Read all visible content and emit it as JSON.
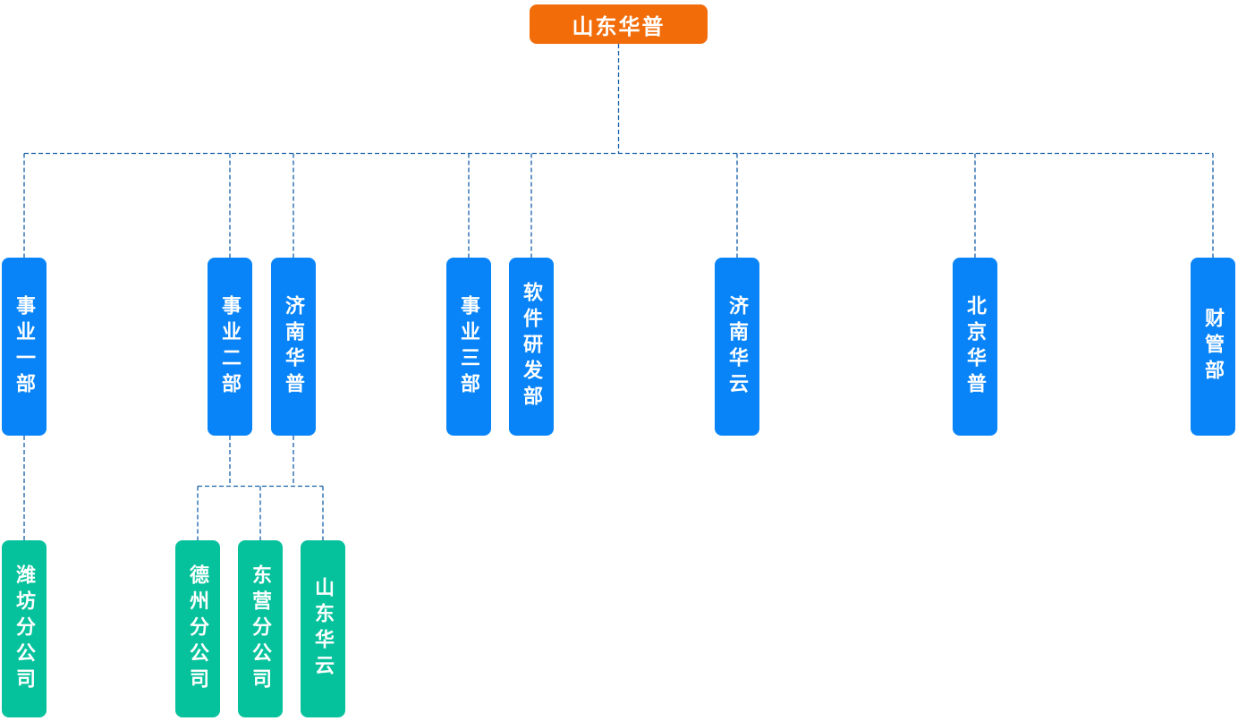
{
  "colors": {
    "root_bg": "#f26c09",
    "dept_bg": "#0884f8",
    "branch_bg": "#06c29c",
    "connector": "#175fa9",
    "node_text": "#ffffff"
  },
  "org_chart": {
    "type": "organization-tree",
    "root": {
      "label": "山东华普"
    },
    "departments": [
      {
        "label": "事业一部",
        "children": [
          {
            "label": "潍坊分公司"
          }
        ]
      },
      {
        "label": "事业二部",
        "children": [
          {
            "label": "德州分公司"
          },
          {
            "label": "东营分公司"
          }
        ]
      },
      {
        "label": "济南华普",
        "children": [
          {
            "label": "山东华云"
          }
        ]
      },
      {
        "label": "事业三部",
        "children": []
      },
      {
        "label": "软件研发部",
        "children": []
      },
      {
        "label": "济南华云",
        "children": []
      },
      {
        "label": "北京华普",
        "children": []
      },
      {
        "label": "财管部",
        "children": []
      }
    ]
  }
}
